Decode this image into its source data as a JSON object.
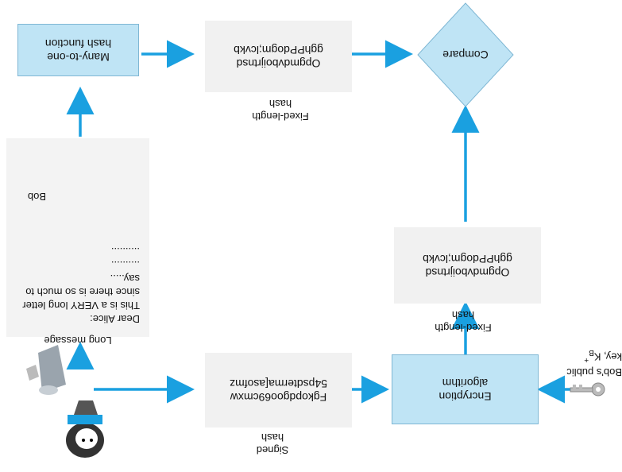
{
  "nodes": {
    "long_message_label": "Long message",
    "letter": {
      "lines": [
        "Dear Alice:",
        "This is a VERY long letter",
        "since there is so much to",
        "say.....",
        "..........",
        "..........",
        "Bob"
      ]
    },
    "hash_function": [
      "Many-to-one",
      "hash function"
    ],
    "digest_top": "Opgmdvboijrtnsd gghPPdogm;lcvkb",
    "fixed_length_label_1": [
      "Fixed-length",
      "hash"
    ],
    "compare": "Compare",
    "digest_right": "Opgmdvboijrtnsd gghPPdogm;lcvkb",
    "fixed_length_label_2": [
      "Fixed-length",
      "hash"
    ],
    "encryption": [
      "Encryption",
      "algorithm"
    ],
    "key_label": [
      "Bob's public",
      "key, K",
      "B",
      "+"
    ],
    "signed_hash": "Fgkopdgoo69cmxw 54psdterma[asofmz",
    "signed_hash_label": [
      "Signed",
      "hash"
    ]
  },
  "colors": {
    "box_fill": "#bfe4f5",
    "arrow": "#1aa0e0",
    "doc_fill": "#f1f1f1"
  }
}
